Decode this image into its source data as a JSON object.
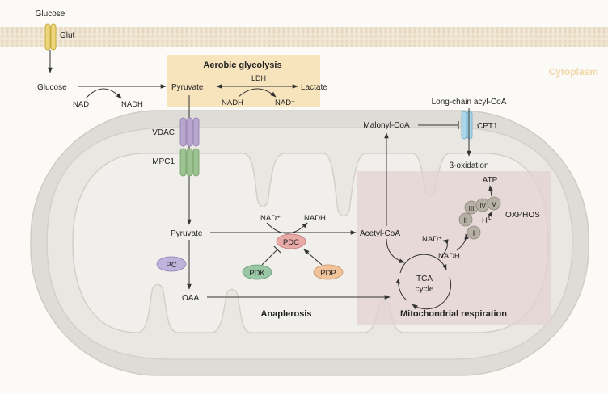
{
  "labels": {
    "glucose_out": "Glucose",
    "glut": "Glut",
    "glucose_in": "Glucose",
    "nad_glyco": "NAD⁺",
    "nadh_glyco": "NADH",
    "aerobic_glycolysis": "Aerobic glycolysis",
    "pyruvate_cyto": "Pyruvate",
    "ldh": "LDH",
    "lactate": "Lactate",
    "nadh_ldh": "NADH",
    "nad_ldh": "NAD⁺",
    "cytoplasm": "Cytoplasm",
    "long_chain": "Long-chain acyl-CoA",
    "cpt1": "CPT1",
    "malonyl": "Malonyl-CoA",
    "beta_ox": "β-oxidation",
    "vdac": "VDAC",
    "mpc1": "MPC1",
    "atp": "ATP",
    "oxphos": "OXPHOS",
    "complex_1": "I",
    "complex_2": "II",
    "complex_3": "III",
    "complex_4": "IV",
    "complex_5": "V",
    "h_plus": "H⁺",
    "nad_pdc": "NAD⁺",
    "nadh_pdc": "NADH",
    "pyruvate_mito": "Pyruvate",
    "acetyl": "Acetyl-CoA",
    "pdc": "PDC",
    "pc": "PC",
    "pdk": "PDK",
    "pdp": "PDP",
    "nad_tca": "NAD⁺",
    "nadh_tca": "NADH",
    "tca_1": "TCA",
    "tca_2": "cycle",
    "oaa": "OAA",
    "anaplerosis": "Anaplerosis",
    "mito_resp": "Mitochondrial respiration"
  },
  "colors": {
    "membrane_band": "#f2e8d6",
    "membrane_stripe": "#e2d4bc",
    "glycolysis_box": "#f7e4bd",
    "respiration_box": "#ecdcdc",
    "mito_outer": "#dedcd7",
    "mito_inner": "#e9e7e2",
    "mito_matrix": "#f0efeb",
    "cytoplasm_label": "#f0d9ab",
    "vdac": "#b8a6cf",
    "mpc1": "#9cc391",
    "pdc": "#e8a9a7",
    "pc": "#bfb3dc",
    "pdk": "#99c7a5",
    "pdp": "#f1c39a",
    "complex": "#b7b0a4",
    "cpt1": "#a9d6e9",
    "glut": "#ecd57a",
    "arrow": "#333333",
    "text": "#222222"
  }
}
